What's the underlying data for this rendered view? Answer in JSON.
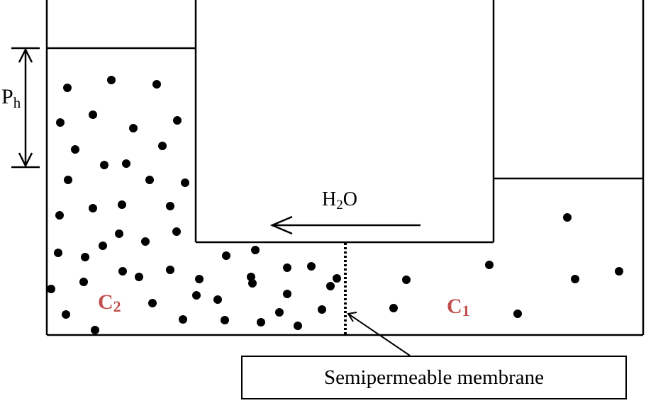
{
  "labels": {
    "pressure_main": "P",
    "pressure_sub": "h",
    "water_main": "H",
    "water_sub": "2",
    "water_tail": "O",
    "conc_left_main": "C",
    "conc_left_sub": "2",
    "conc_right_main": "C",
    "conc_right_sub": "1",
    "membrane": "Semipermeable membrane"
  },
  "colors": {
    "line": "#000000",
    "particle": "#000000",
    "concentration_label": "#c0504d"
  }
}
